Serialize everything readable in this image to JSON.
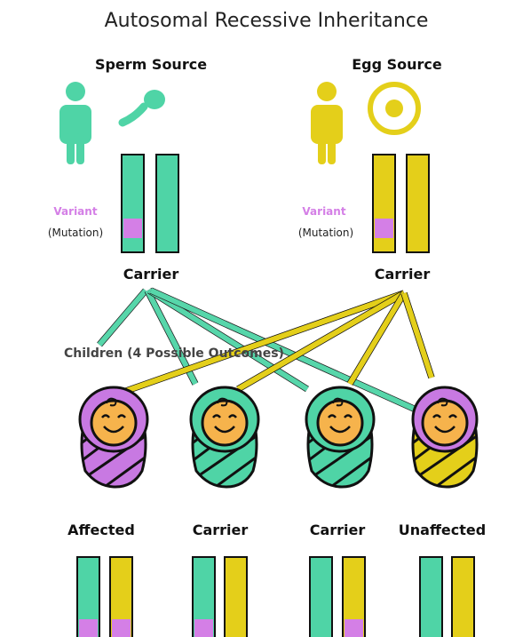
{
  "title": "Autosomal Recessive Inheritance",
  "colors": {
    "green": "#4fd4a6",
    "yellow": "#e4cf1a",
    "purple": "#d47fe6",
    "swaddle_purple": "#c879e2",
    "face": "#f6b34c",
    "outline": "#111111"
  },
  "sperm_source": {
    "label": "Sperm Source",
    "person_icon": "person-icon",
    "gamete_icon": "sperm-icon",
    "variant_label": "Variant",
    "mutation_label": "(Mutation)",
    "status": "Carrier"
  },
  "egg_source": {
    "label": "Egg Source",
    "person_icon": "person-icon",
    "gamete_icon": "egg-icon",
    "variant_label": "Variant",
    "mutation_label": "(Mutation)",
    "status": "Carrier"
  },
  "children_heading": "Children (4 Possible Outcomes)",
  "children": [
    {
      "label": "Affected",
      "swaddle": "purple",
      "variant_left": true,
      "variant_right": true
    },
    {
      "label": "Carrier",
      "swaddle": "green",
      "variant_left": true,
      "variant_right": false
    },
    {
      "label": "Carrier",
      "swaddle": "green",
      "variant_left": false,
      "variant_right": true
    },
    {
      "label": "Unaffected",
      "swaddle": "yellow",
      "variant_left": false,
      "variant_right": false
    }
  ]
}
